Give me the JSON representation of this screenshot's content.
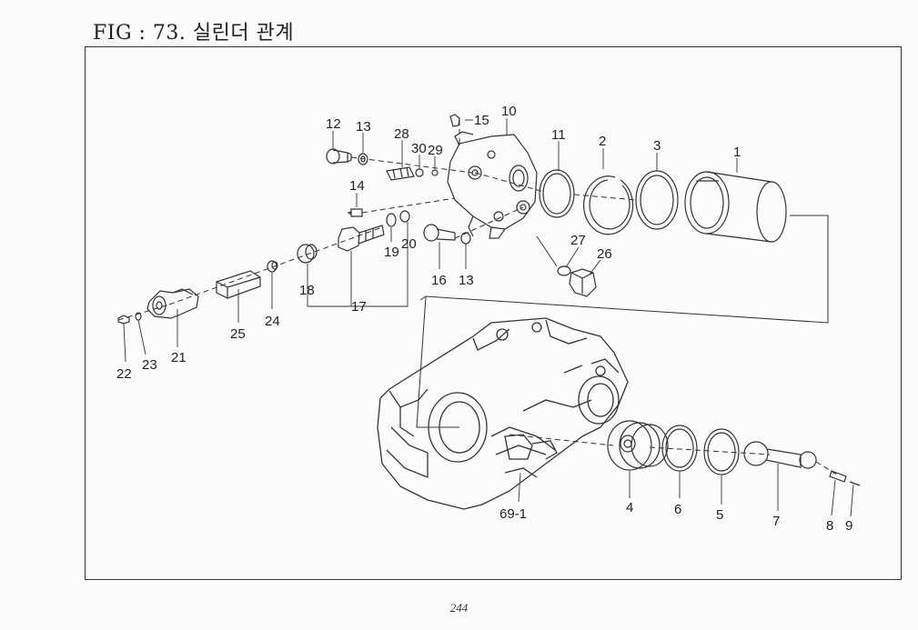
{
  "title": "FIG : 73. 실린더 관계",
  "page_number": "244",
  "callouts": {
    "c1": "1",
    "c2": "2",
    "c3": "3",
    "c4": "4",
    "c5": "5",
    "c6": "6",
    "c7": "7",
    "c8": "8",
    "c9": "9",
    "c10": "10",
    "c11": "11",
    "c12": "12",
    "c13a": "13",
    "c13b": "13",
    "c14": "14",
    "c15": "15",
    "c16": "16",
    "c17": "17",
    "c18": "18",
    "c19": "19",
    "c20": "20",
    "c21": "21",
    "c22": "22",
    "c23": "23",
    "c24": "24",
    "c25": "25",
    "c26": "26",
    "c27": "27",
    "c28": "28",
    "c29": "29",
    "c30": "30",
    "c69": "69-1"
  }
}
